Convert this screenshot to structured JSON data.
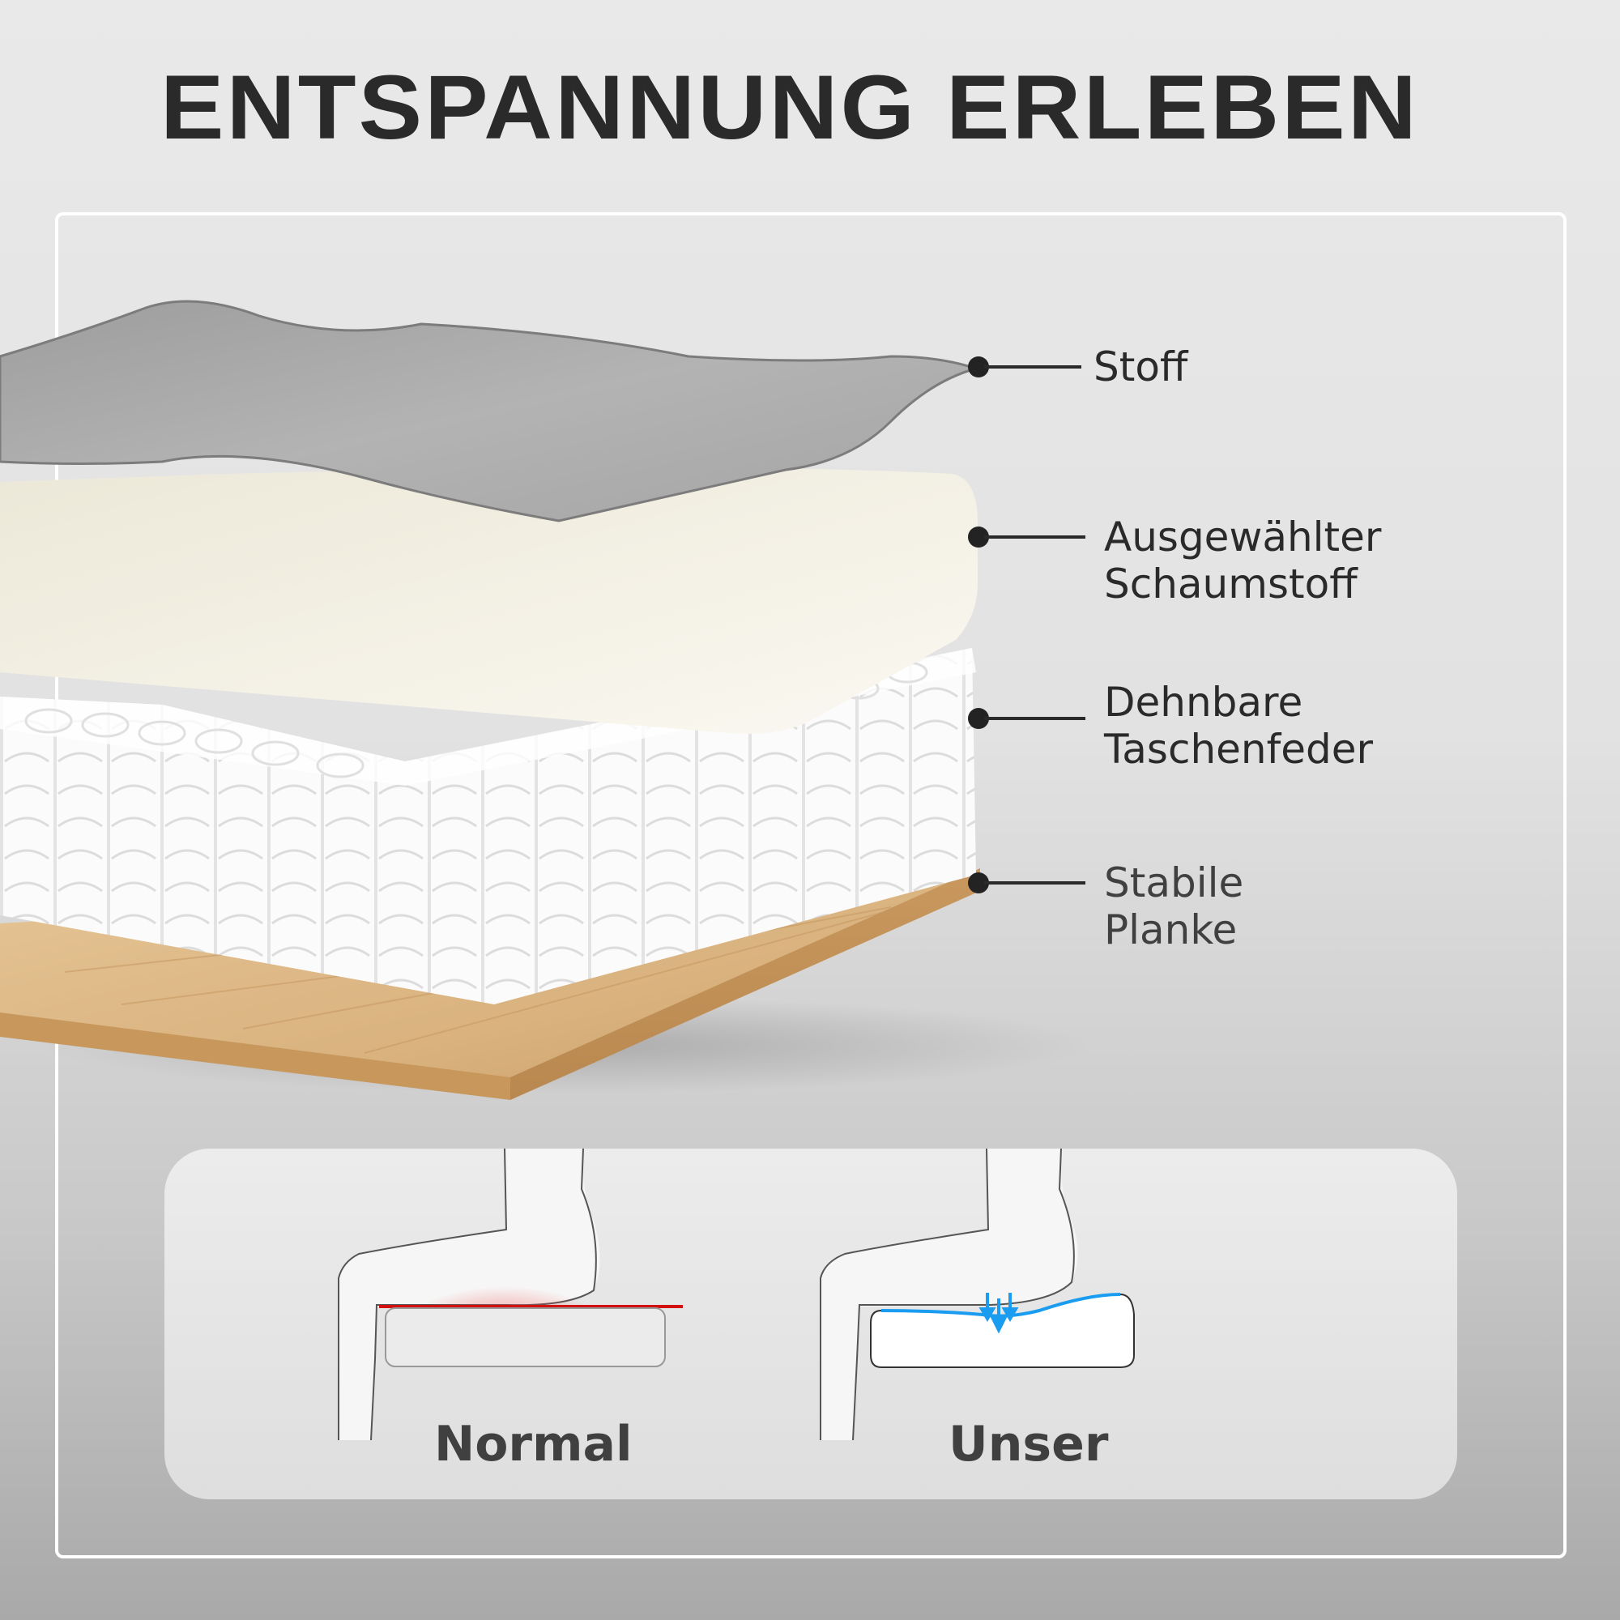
{
  "header": {
    "title": "ENTSPANNUNG ERLEBEN"
  },
  "layers": [
    {
      "id": "stoff",
      "label": "Stoff",
      "color": "#a8a8a8"
    },
    {
      "id": "foam",
      "label": "Ausgewählter\nSchaumstoff",
      "color": "#f2efe4"
    },
    {
      "id": "springs",
      "label": "Dehnbare\nTaschenfeder",
      "color": "#ffffff"
    },
    {
      "id": "plank",
      "label": "Stabile Planke",
      "color": "#d9b27e"
    }
  ],
  "comparison": {
    "items": [
      {
        "id": "normal",
        "label": "Normal",
        "accent": "#d31010"
      },
      {
        "id": "unser",
        "label": "Unser",
        "accent": "#1a9cf0"
      }
    ]
  },
  "colors": {
    "text": "#2a2a2a",
    "frame": "#ffffff",
    "pressure_red": "#d31010",
    "support_blue": "#1a9cf0"
  }
}
